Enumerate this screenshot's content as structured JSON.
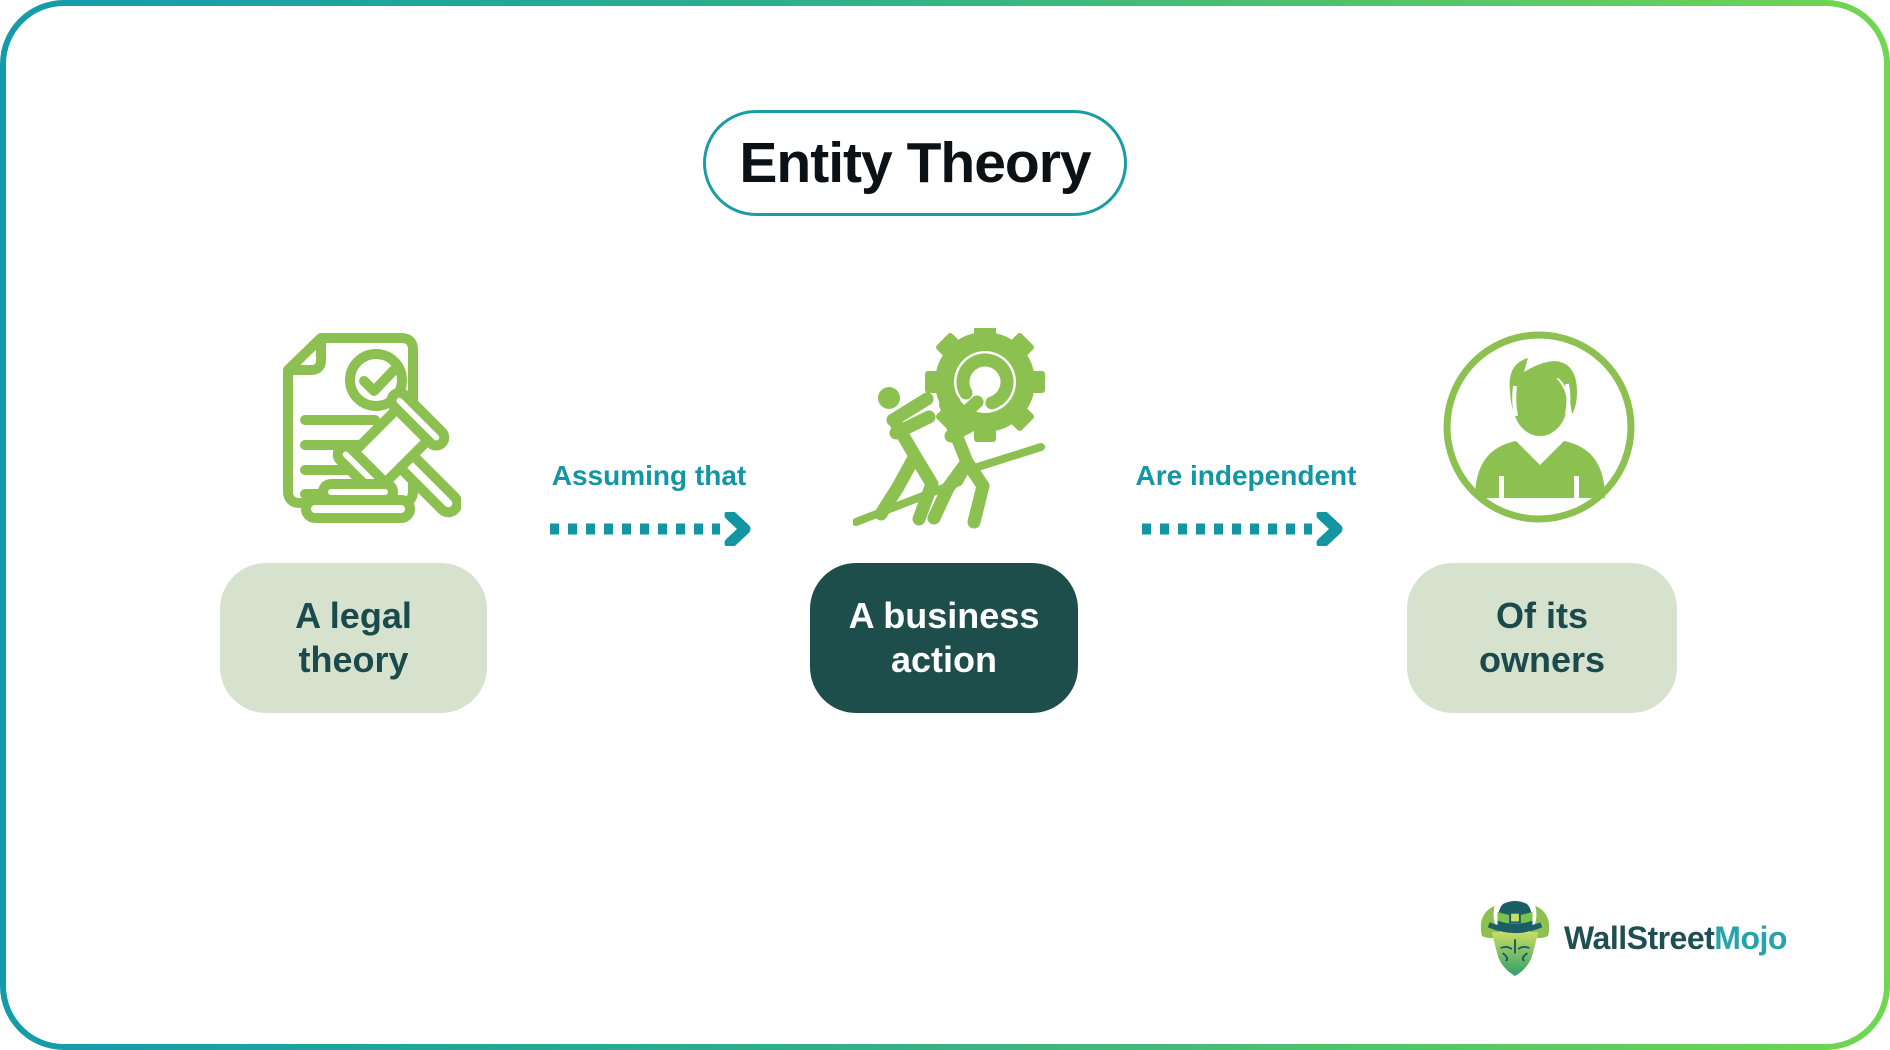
{
  "title": "Entity Theory",
  "steps": [
    {
      "label": "A legal\ntheory",
      "icon": "legal-document-gavel-icon",
      "style": "light"
    },
    {
      "label": "A business\naction",
      "icon": "teamwork-gear-icon",
      "style": "dark"
    },
    {
      "label": "Of its\nowners",
      "icon": "person-circle-icon",
      "style": "light"
    }
  ],
  "connectors": [
    {
      "label": "Assuming that"
    },
    {
      "label": "Are independent"
    }
  ],
  "branding": {
    "name_part1": "WallStreet",
    "name_part2": "Mojo",
    "mark": "bull-tophat-icon"
  },
  "colors": {
    "accent_teal": "#1296A3",
    "title_border": "#1A9CA4",
    "icon_green": "#8CC152",
    "box_dark": "#1D4E4B",
    "box_light": "#D6E1CE",
    "box_text_dark": "#1A4A4C",
    "frame_gradient_start": "#149BAA",
    "frame_gradient_end": "#70D74F",
    "brand_dark": "#1F4F52",
    "brand_teal": "#27A3AE"
  }
}
